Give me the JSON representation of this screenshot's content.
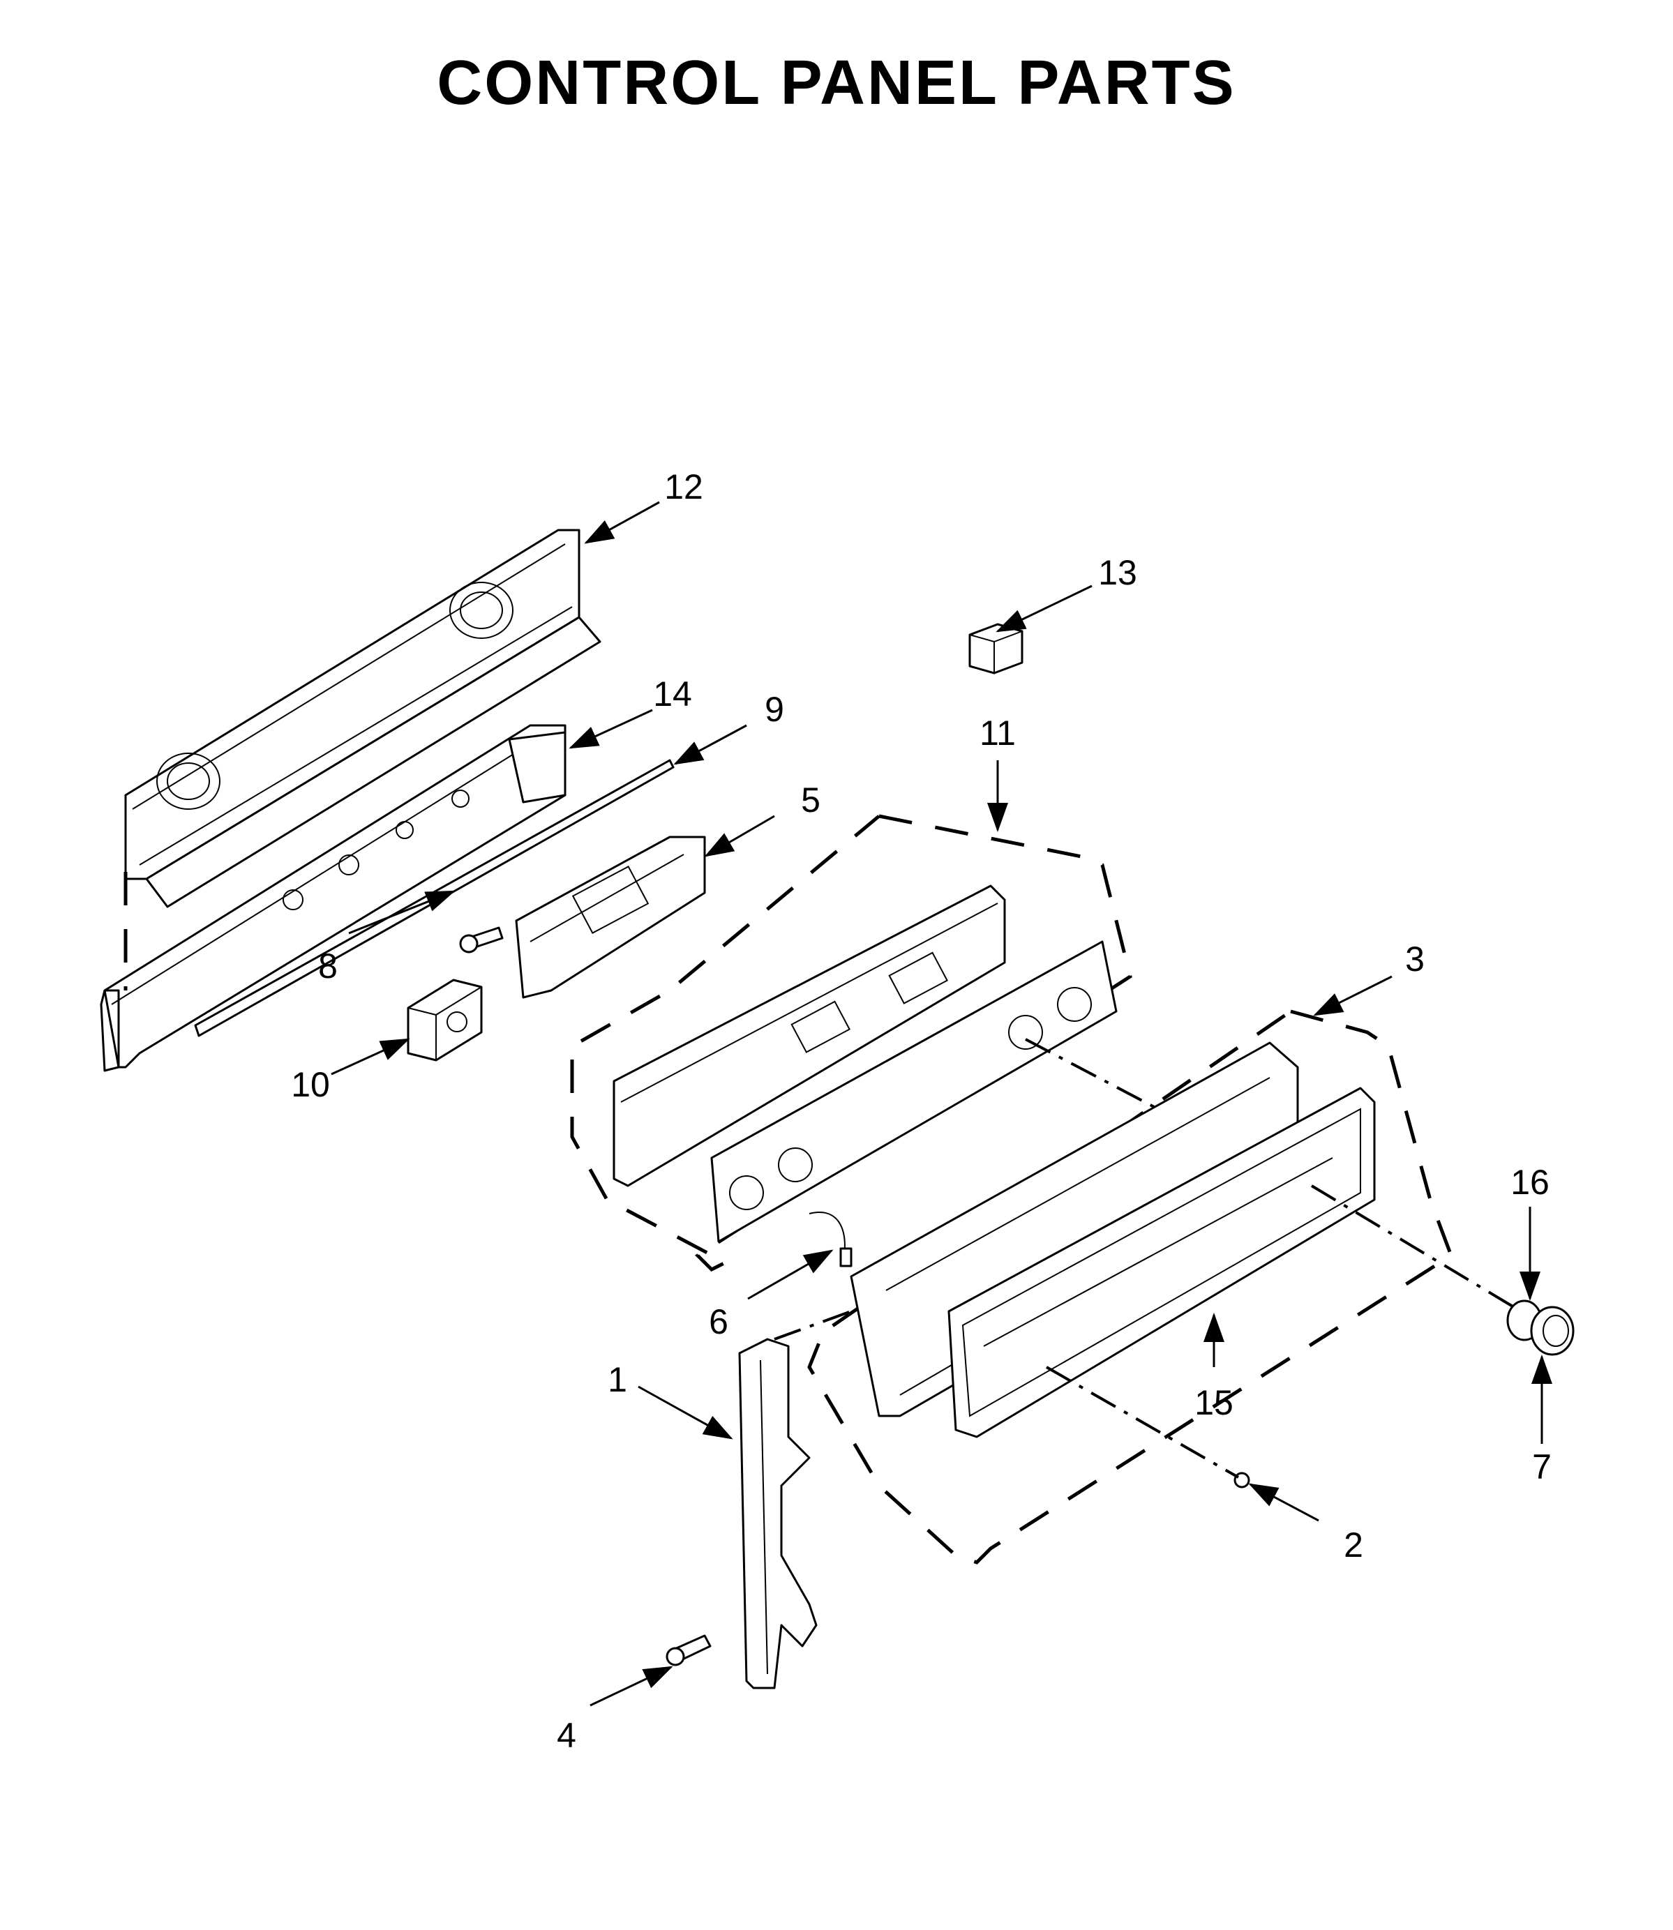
{
  "title": "CONTROL PANEL PARTS",
  "callouts": [
    {
      "id": "12",
      "label": "12"
    },
    {
      "id": "13",
      "label": "13"
    },
    {
      "id": "14",
      "label": "14"
    },
    {
      "id": "9",
      "label": "9"
    },
    {
      "id": "11",
      "label": "11"
    },
    {
      "id": "5",
      "label": "5"
    },
    {
      "id": "8",
      "label": "8"
    },
    {
      "id": "10",
      "label": "10"
    },
    {
      "id": "3",
      "label": "3"
    },
    {
      "id": "16",
      "label": "16"
    },
    {
      "id": "6",
      "label": "6"
    },
    {
      "id": "1",
      "label": "1"
    },
    {
      "id": "15",
      "label": "15"
    },
    {
      "id": "7",
      "label": "7"
    },
    {
      "id": "2",
      "label": "2"
    },
    {
      "id": "4",
      "label": "4"
    }
  ]
}
